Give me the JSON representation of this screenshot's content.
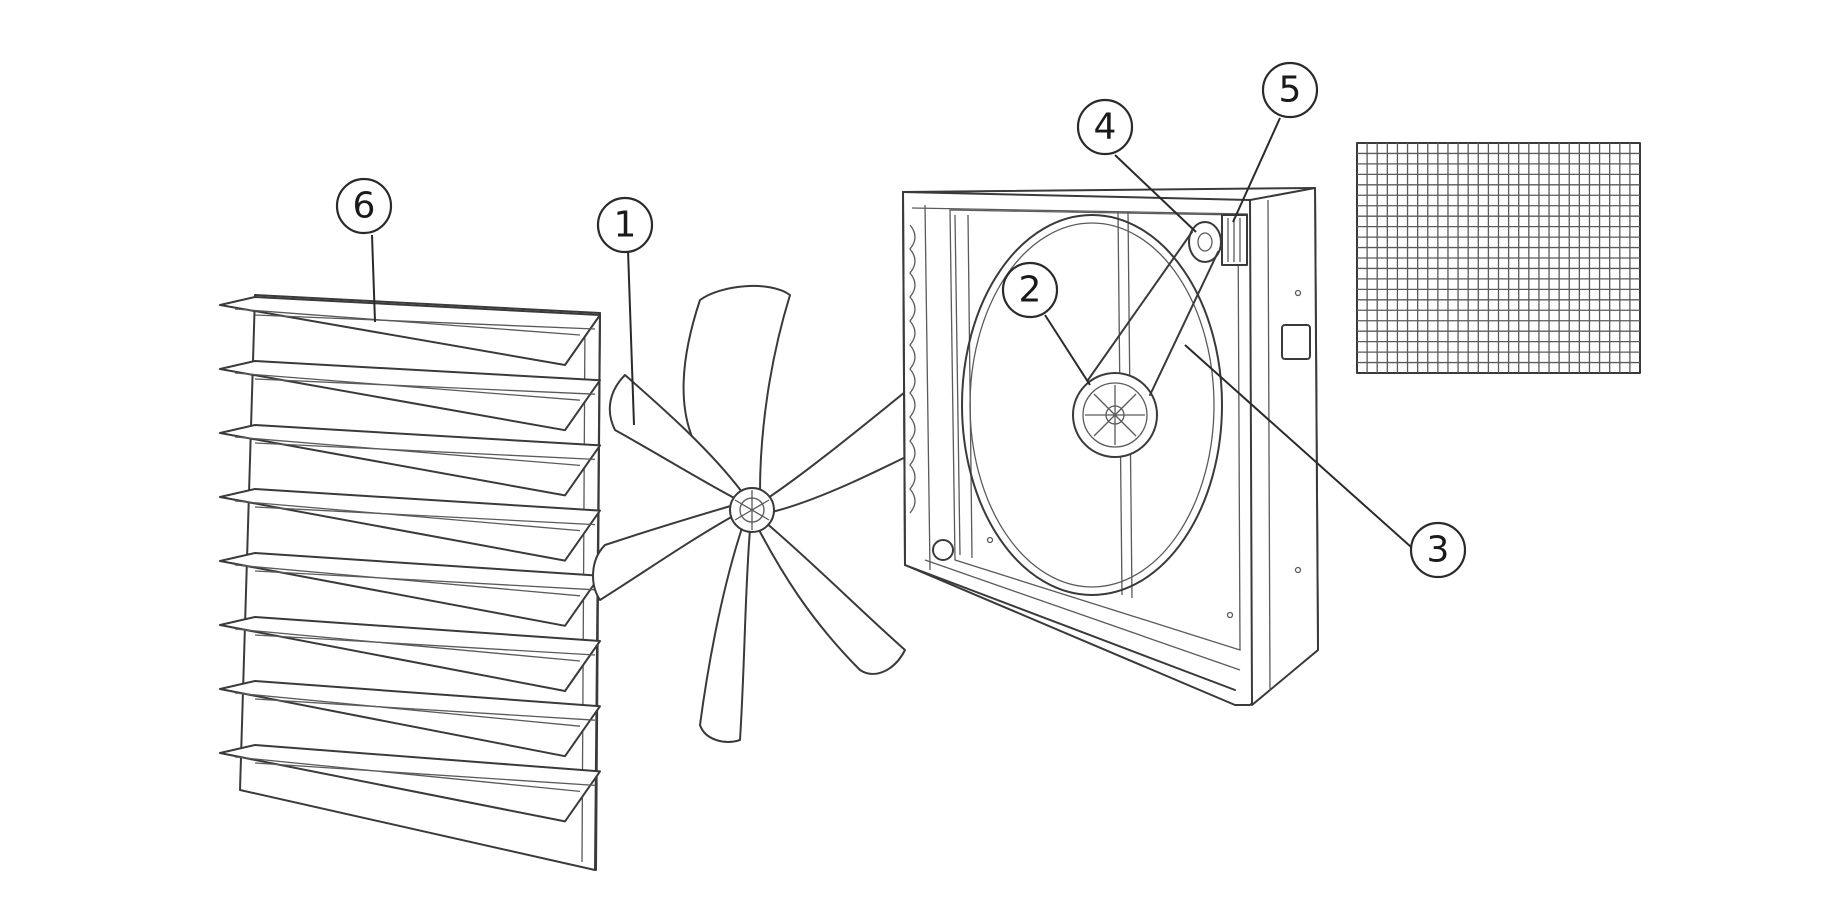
{
  "callouts": [
    {
      "id": "1",
      "label": "1"
    },
    {
      "id": "2",
      "label": "2"
    },
    {
      "id": "3",
      "label": "3"
    },
    {
      "id": "4",
      "label": "4"
    },
    {
      "id": "5",
      "label": "5"
    },
    {
      "id": "6",
      "label": "6"
    }
  ],
  "colors": {
    "line": "#3a3a3a",
    "background": "#ffffff"
  },
  "icons": [
    "shutter-louvres",
    "fan-blades",
    "fan-housing-frame",
    "belt-pulley",
    "motor",
    "wire-guard-mesh"
  ]
}
